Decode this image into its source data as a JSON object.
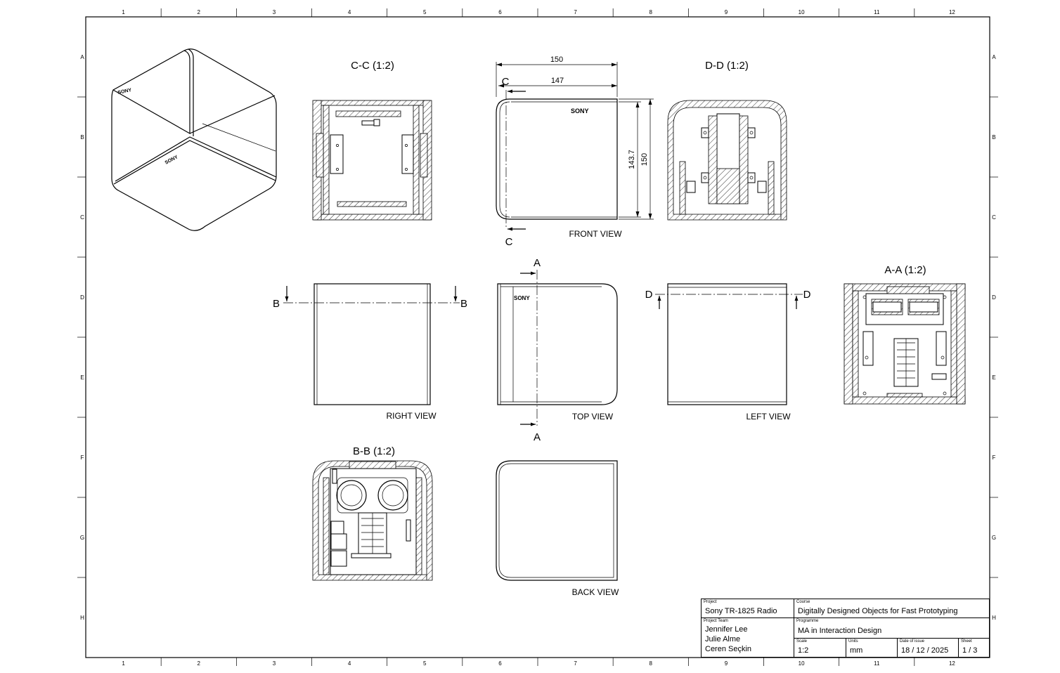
{
  "border": {
    "columns": [
      "1",
      "2",
      "3",
      "4",
      "5",
      "6",
      "7",
      "8",
      "9",
      "10",
      "11",
      "12"
    ],
    "rows": [
      "A",
      "B",
      "C",
      "D",
      "E",
      "F",
      "G",
      "H"
    ]
  },
  "views": {
    "section_cc": "C-C (1:2)",
    "section_dd": "D-D (1:2)",
    "section_aa": "A-A (1:2)",
    "section_bb": "B-B (1:2)",
    "front": "FRONT VIEW",
    "right": "RIGHT VIEW",
    "top": "TOP VIEW",
    "left": "LEFT VIEW",
    "back": "BACK VIEW"
  },
  "markers": {
    "a": "A",
    "b": "B",
    "c": "C",
    "d": "D"
  },
  "dimensions": {
    "width_outer": "150",
    "width_inner": "147",
    "height_inner": "143.7",
    "height_outer": "150"
  },
  "brand": "SONY",
  "title_block": {
    "project_label": "Project",
    "project": "Sony TR-1825 Radio",
    "team_label": "Project Team",
    "team": [
      "Jennifer Lee",
      "Julie Alme",
      "Ceren Seçkin"
    ],
    "course_label": "Course",
    "course": "Digitally Designed Objects for Fast Prototyping",
    "programme_label": "Programme",
    "programme": "MA in Interaction Design",
    "scale_label": "Scale",
    "scale": "1:2",
    "units_label": "Units",
    "units": "mm",
    "date_label": "Date of issue",
    "date": "18 / 12 / 2025",
    "sheet_label": "Sheet",
    "sheet": "1 / 3"
  }
}
